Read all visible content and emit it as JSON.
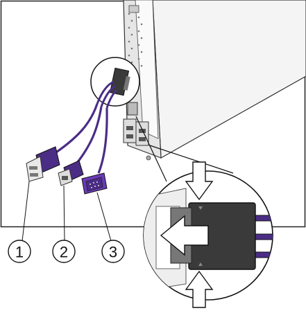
{
  "callouts": [
    {
      "label": "1",
      "connector": "usb-double-connector-icon"
    },
    {
      "label": "2",
      "connector": "ethernet-connector-icon"
    },
    {
      "label": "3",
      "connector": "vga-connector-icon"
    }
  ],
  "colors": {
    "cable": "#4b2d86",
    "cable_dark": "#2e1a59",
    "vga_body": "#6a3ab8",
    "plug": "#3a3a3a",
    "arrow_fill": "#ffffff",
    "outline": "#111111"
  }
}
